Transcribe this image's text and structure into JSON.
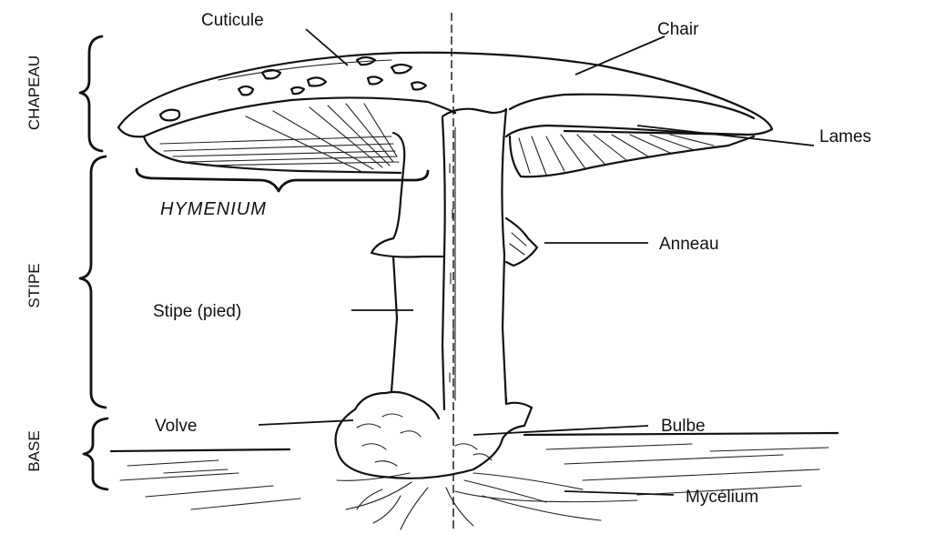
{
  "side_labels": {
    "chapeau": "CHAPEAU",
    "stipe": "STIPE",
    "base": "BASE"
  },
  "labels": {
    "cuticule": "Cuticule",
    "chair": "Chair",
    "lames": "Lames",
    "hymenium": "HYMENIUM",
    "anneau": "Anneau",
    "stipe_pied": "Stipe (pied)",
    "volve": "Volve",
    "bulbe": "Bulbe",
    "mycelium": "Mycélium"
  }
}
